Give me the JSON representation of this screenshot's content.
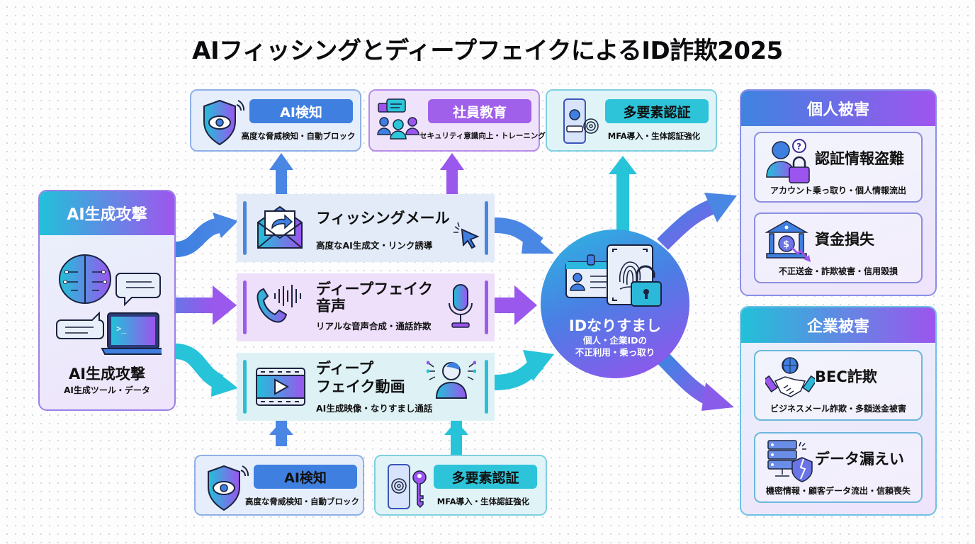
{
  "title": "AIフィッシングとディープフェイクによるID詐欺2025",
  "source": {
    "header": "AI生成攻撃",
    "name": "AI生成攻撃",
    "subtitle": "AI生成ツール・データ",
    "icons": [
      "brain-circuit-icon",
      "chat-bubble-icon",
      "laptop-terminal-icon"
    ]
  },
  "attacks": [
    {
      "name": "フィッシングメール",
      "subtitle": "高度なAI生成文・リンク誘導",
      "icons": [
        "envelope-icon",
        "cursor-click-icon"
      ]
    },
    {
      "name_line1": "ディープフェイク",
      "name_line2": "音声",
      "subtitle": "リアルな音声合成・通話詐欺",
      "icons": [
        "phone-soundwave-icon",
        "microphone-icon"
      ]
    },
    {
      "name_line1": "ディープ",
      "name_line2": "フェイク動画",
      "subtitle": "AI生成映像・なりすまし通話",
      "icons": [
        "video-film-icon",
        "ai-person-icon"
      ]
    }
  ],
  "defenses_top": [
    {
      "label": "AI検知",
      "subtitle": "高度な脅威検知・自動ブロック",
      "icon": "shield-eye-icon"
    },
    {
      "label": "社員教育",
      "subtitle": "セキュリティ意識向上・トレーニング",
      "icon": "team-chat-icon"
    },
    {
      "label": "多要素認証",
      "subtitle": "MFA導入・生体認証強化",
      "icon": "phone-fingerprint-icon"
    }
  ],
  "defenses_bottom": [
    {
      "label": "AI検知",
      "subtitle": "高度な脅威検知・自動ブロック",
      "icon": "shield-eye-icon"
    },
    {
      "label": "多要素認証",
      "subtitle": "MFA導入・生体認証強化",
      "icon": "phone-key-icon"
    }
  ],
  "hub": {
    "name": "IDなりすまし",
    "subtitle_line1": "個人・企業IDの",
    "subtitle_line2": "不正利用・乗っ取り",
    "icons": [
      "id-card-icon",
      "fingerprint-scan-icon",
      "unlocked-padlock-icon"
    ]
  },
  "impacts": [
    {
      "header": "個人被害",
      "items": [
        {
          "name": "認証情報盗難",
          "subtitle": "アカウント乗っ取り・個人情報流出",
          "icon": "user-lock-icon"
        },
        {
          "name": "資金損失",
          "subtitle": "不正送金・詐欺被害・信用毀損",
          "icon": "bank-loss-icon"
        }
      ]
    },
    {
      "header": "企業被害",
      "items": [
        {
          "name": "BEC詐欺",
          "subtitle": "ビジネスメール詐欺・多額送金被害",
          "icon": "handshake-globe-icon"
        },
        {
          "name": "データ漏えい",
          "subtitle": "機密情報・顧客データ流出・信頼喪失",
          "icon": "server-breach-icon"
        }
      ]
    }
  ],
  "colors": {
    "blue": "#3f7fe0",
    "purple": "#9f55ee",
    "teal": "#22c0d8"
  }
}
